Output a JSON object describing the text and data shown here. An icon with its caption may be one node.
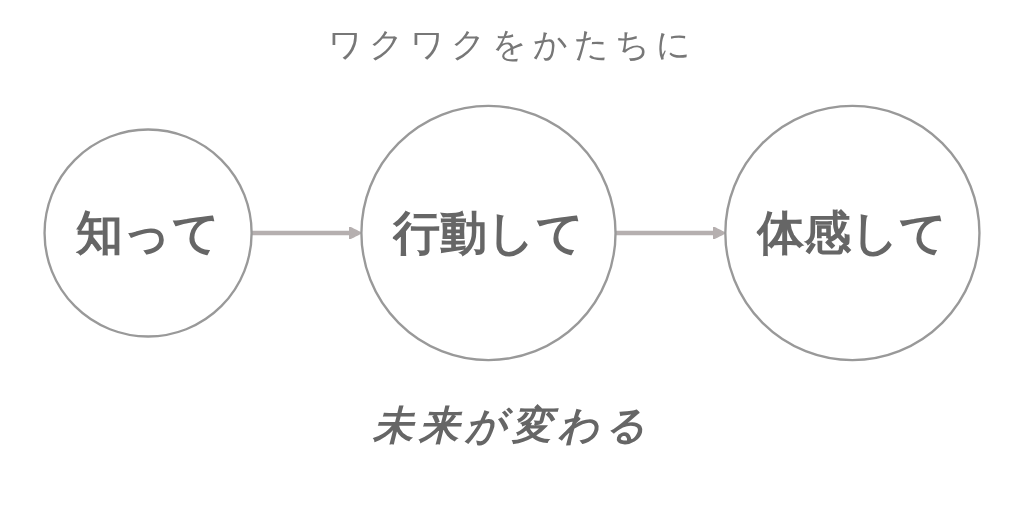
{
  "diagram": {
    "title": "ワクワクをかたちに",
    "caption": "未来が変わる",
    "nodes": [
      {
        "text": [
          "知って"
        ]
      },
      {
        "text": [
          "行動して"
        ]
      },
      {
        "text": [
          "体感して"
        ]
      }
    ],
    "edges": [
      {
        "from": 0,
        "to": 1,
        "arrow": "to"
      },
      {
        "from": 1,
        "to": 2,
        "arrow": "to"
      }
    ]
  }
}
